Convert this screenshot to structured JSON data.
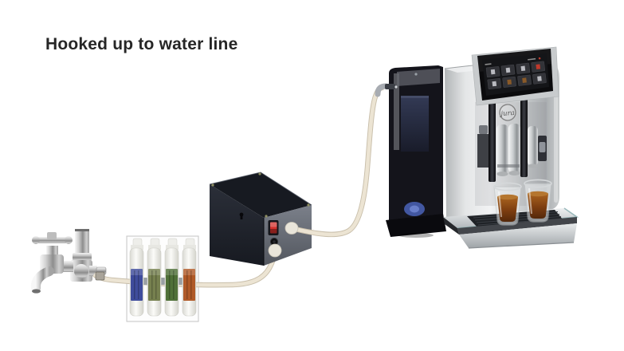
{
  "title": "Hooked up to water line",
  "machine": {
    "brand": "jura",
    "display_tiles": 8,
    "display_rows": 2,
    "display_cols": 4,
    "cups_count": 2
  },
  "filters": {
    "cartridge_count": 4
  },
  "colors": {
    "background": "#ffffff",
    "tube": "#ece4d3",
    "tube_edge": "#c9bfab",
    "pump_box_top": "#171a21",
    "pump_box_front": "#262a33",
    "pump_box_side": "#6e737c",
    "power_switch_red": "#d2302c",
    "grommet": "#e9e5da",
    "machine_silver": "#d9dcdd",
    "water_tank_panel": "#14141b",
    "tank_glow_blue": "#4a63b8",
    "coffee": "#8a4c16",
    "crema": "#b5762f",
    "cartridge_labels": [
      "#3f4c9c",
      "#76804f",
      "#4f7038",
      "#b05a28"
    ]
  },
  "components": {
    "faucet": "water-line-tap",
    "filter_set": "filter-cartridge-set",
    "pump": "water-line-pump-box",
    "machine": "jura-espresso-machine",
    "tubing": "water-supply-tube"
  }
}
